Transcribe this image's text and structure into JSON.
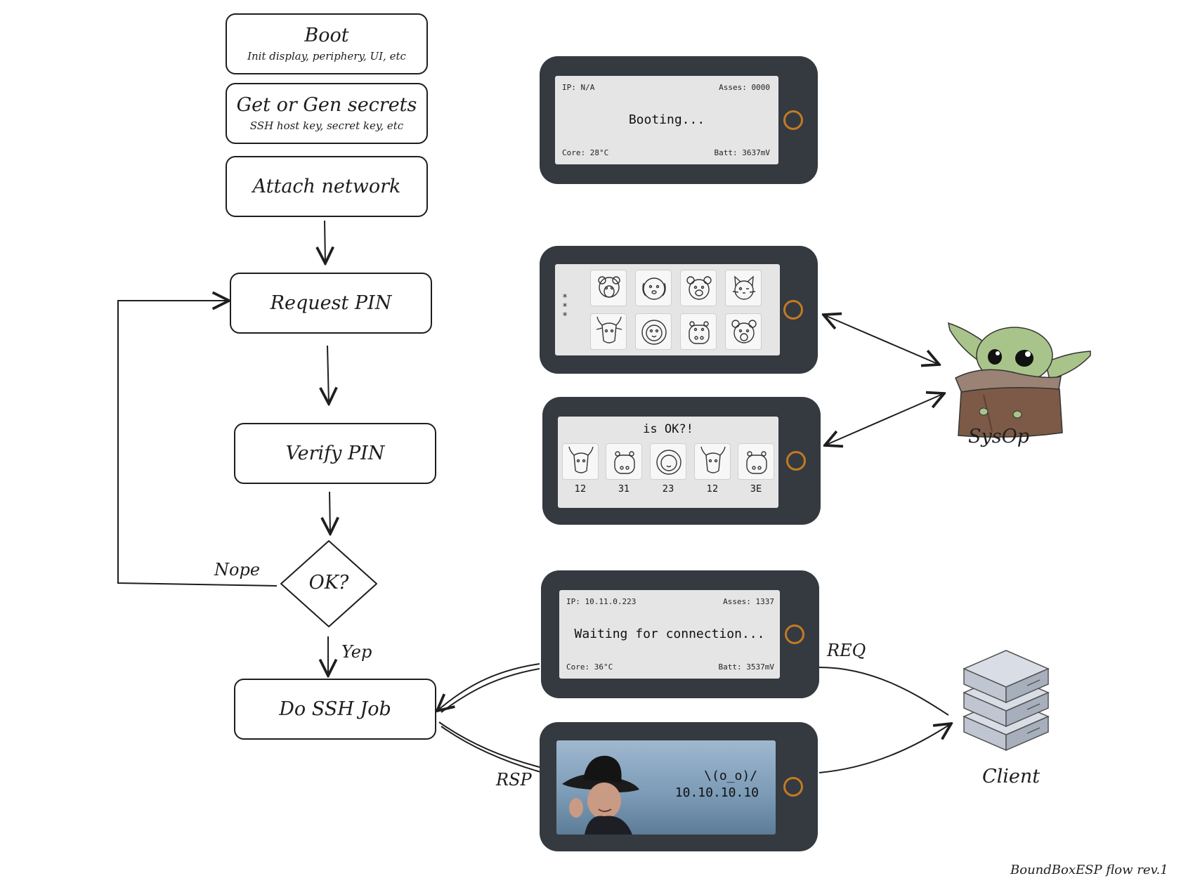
{
  "flow": {
    "boot": {
      "title": "Boot",
      "subtitle": "Init display, periphery, UI, etc"
    },
    "secrets": {
      "title": "Get or Gen secrets",
      "subtitle": "SSH host key, secret key, etc"
    },
    "network": {
      "title": "Attach network"
    },
    "request_pin": {
      "title": "Request PIN"
    },
    "verify_pin": {
      "title": "Verify PIN"
    },
    "decision": {
      "title": "OK?"
    },
    "ssh_job": {
      "title": "Do SSH Job"
    }
  },
  "edges": {
    "nope": "Nope",
    "yep": "Yep",
    "req": "REQ",
    "rsp": "RSP"
  },
  "devices": {
    "boot_screen": {
      "ip": "IP: N/A",
      "asses": "Asses: 0000",
      "message": "Booting...",
      "core": "Core: 28°C",
      "batt": "Batt: 3637mV"
    },
    "pin_screen": {
      "mask": "* * *",
      "icons": [
        "sheep-icon",
        "dog-icon",
        "bear-icon",
        "cat-icon",
        "cow-icon",
        "lion-icon",
        "hippo-icon",
        "bear-icon"
      ]
    },
    "ok_screen": {
      "title": "is OK?!",
      "items": [
        {
          "icon": "cow-icon",
          "label": "12"
        },
        {
          "icon": "hippo-icon",
          "label": "31"
        },
        {
          "icon": "lion-icon",
          "label": "23"
        },
        {
          "icon": "cow-icon",
          "label": "12"
        },
        {
          "icon": "hippo-icon",
          "label": "3E"
        }
      ]
    },
    "wait_screen": {
      "ip": "IP: 10.11.0.223",
      "asses": "Asses: 1337",
      "message": "Waiting for connection...",
      "core": "Core: 36°C",
      "batt": "Batt: 3537mV"
    },
    "photo_screen": {
      "emote": "\\(o_o)/",
      "address": "10.10.10.10"
    }
  },
  "actors": {
    "sysop": "SysOp",
    "client": "Client"
  },
  "footer": "BoundBoxESP flow rev.1",
  "colors": {
    "device_body": "#343a40",
    "screen_bg": "#e5e5e5",
    "button_ring": "#c37a23",
    "stroke": "#1e1e1e"
  }
}
